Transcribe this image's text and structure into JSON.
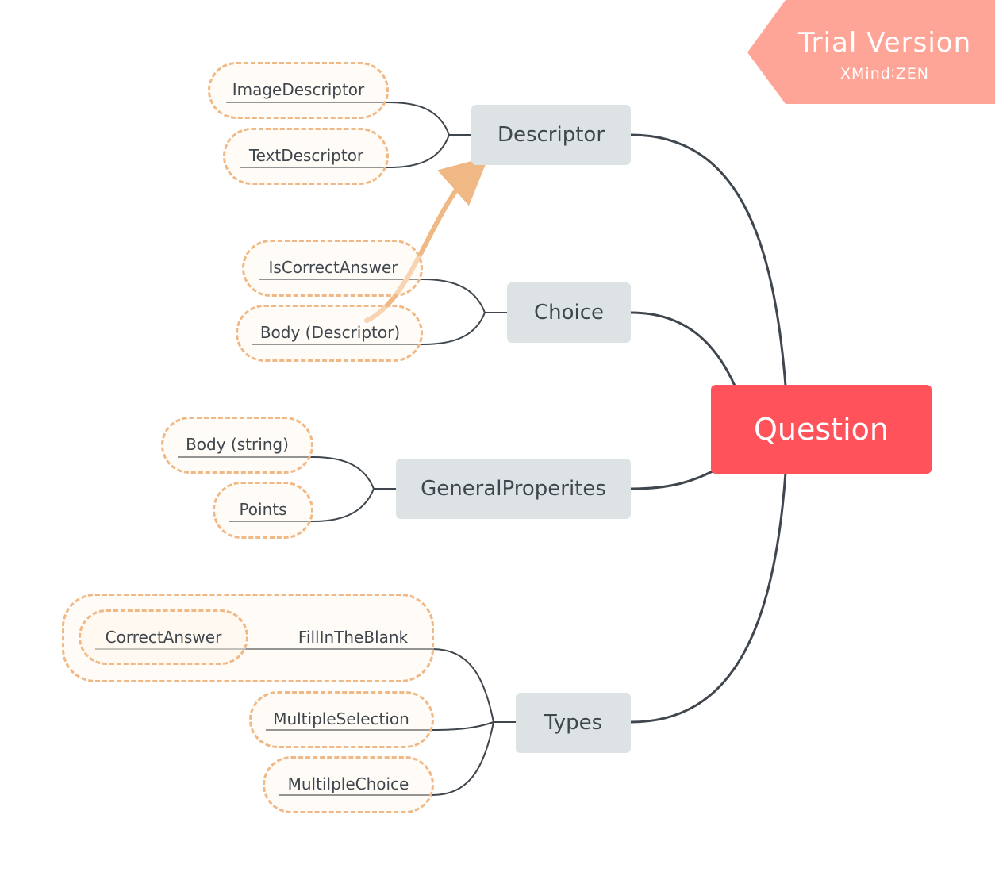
{
  "watermark": {
    "title": "Trial Version",
    "subtitle": "XMind∶ZEN",
    "color": "#ffa597"
  },
  "central": {
    "label": "Question",
    "color": "#ff525b"
  },
  "topics": {
    "descriptor": {
      "label": "Descriptor",
      "children": [
        "ImageDescriptor",
        "TextDescriptor"
      ]
    },
    "choice": {
      "label": "Choice",
      "children": [
        "IsCorrectAnswer",
        "Body (Descriptor)"
      ]
    },
    "general": {
      "label": "GeneralProperites",
      "children": [
        "Body (string)",
        "Points"
      ]
    },
    "types": {
      "label": "Types",
      "children": [
        "FillInTheBlank",
        "MultipleSelection",
        "MultilpleChoice"
      ],
      "fill_in_blank_children": [
        "CorrectAnswer"
      ]
    }
  },
  "colors": {
    "topic_fill": "#dde3e5",
    "main_connector": "#3f464d",
    "boundary": "#f0b884",
    "relationship": "#f0b884"
  }
}
